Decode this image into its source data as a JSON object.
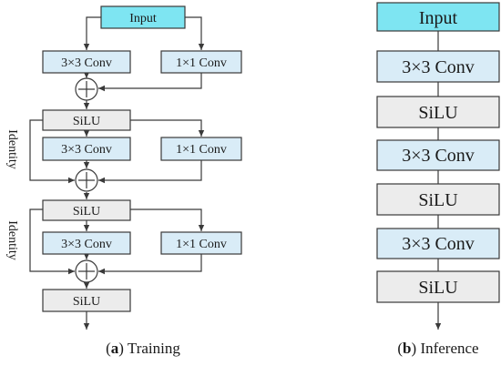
{
  "colors": {
    "input_fill": "#7ee5f2",
    "conv_fill": "#d9ecf7",
    "silu_fill": "#ececec",
    "stroke": "#3a3a3a"
  },
  "training": {
    "input": "Input",
    "branch_a_1": "3×3 Conv",
    "branch_b_1": "1×1 Conv",
    "silu_1": "SiLU",
    "branch_a_2": "3×3 Conv",
    "branch_b_2": "1×1 Conv",
    "identity_1": "Identity",
    "silu_2": "SiLU",
    "branch_a_3": "3×3 Conv",
    "branch_b_3": "1×1 Conv",
    "identity_2": "Identity",
    "silu_3": "SiLU",
    "caption_letter": "a",
    "caption_text": "Training"
  },
  "inference": {
    "input": "Input",
    "conv_1": "3×3 Conv",
    "silu_1": "SiLU",
    "conv_2": "3×3 Conv",
    "silu_2": "SiLU",
    "conv_3": "3×3 Conv",
    "silu_3": "SiLU",
    "caption_letter": "b",
    "caption_text": "Inference"
  }
}
